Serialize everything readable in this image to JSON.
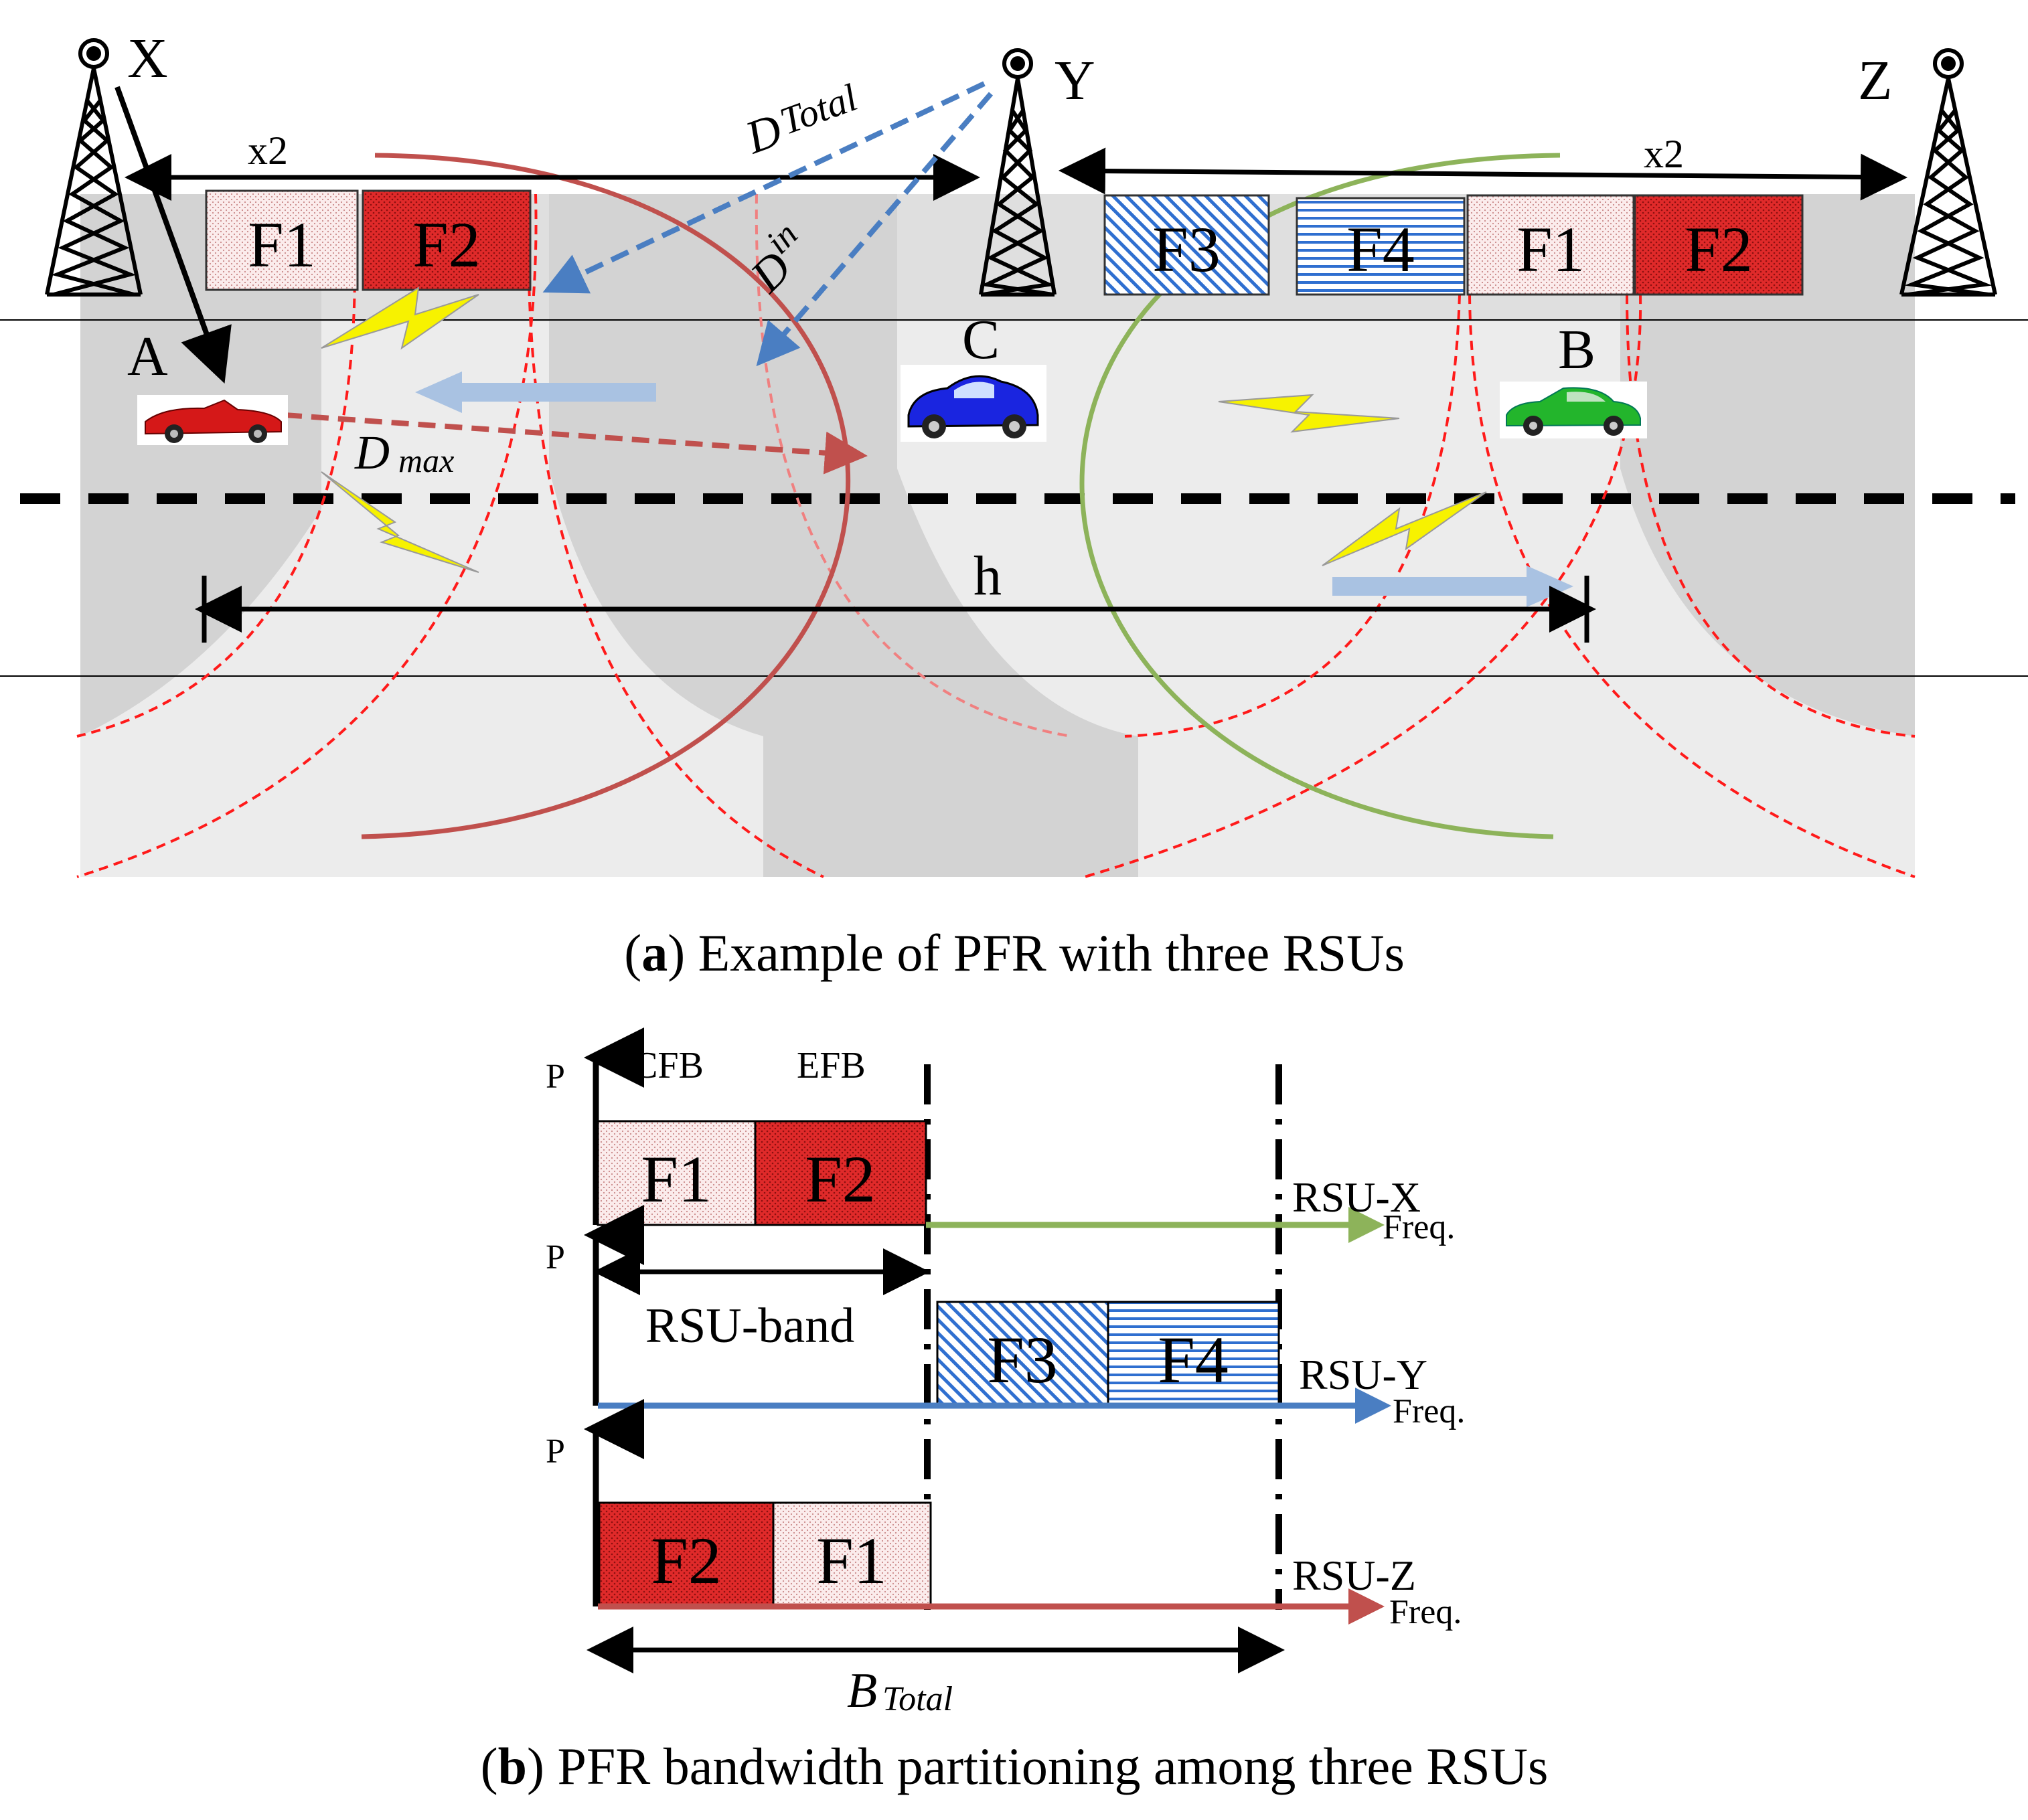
{
  "panel_a": {
    "rsu_labels": {
      "x": "X",
      "y": "Y",
      "z": "Z"
    },
    "distance_label_left": "x2",
    "distance_label_right": "x2",
    "d_total_main": "D",
    "d_total_sub": "Total",
    "d_in_main": "D",
    "d_in_sup": "in",
    "d_max_main": "D",
    "d_max_sub": "max",
    "h_label": "h",
    "vehicle_labels": {
      "a": "A",
      "b": "B",
      "c": "C"
    },
    "band_labels": {
      "f1": "F1",
      "f2": "F2",
      "f3": "F3",
      "f4": "F4"
    },
    "caption_letter": "a",
    "caption_text": ") Example of PFR with three RSUs",
    "caption_open": "("
  },
  "panel_b": {
    "p_label": "P",
    "cfb_label": "CFB",
    "efb_label": "EFB",
    "band_labels": {
      "f1": "F1",
      "f2": "F2",
      "f3": "F3",
      "f4": "F4"
    },
    "rsu_x": "RSU-X",
    "rsu_y": "RSU-Y",
    "rsu_z": "RSU-Z",
    "freq_label": "Freq.",
    "rsu_band_label": "RSU-band",
    "b_total_main": "B",
    "b_total_sub": "Total",
    "caption_open": "(",
    "caption_letter": "b",
    "caption_text": ") PFR bandwidth partitioning among three RSUs"
  },
  "colors": {
    "red_band": "#dd2b2b",
    "pink_band": "#f9e3e3",
    "blue_band": "#2f6fd0",
    "green_curve": "#8db35a",
    "red_curve": "#c0504d",
    "blue_arrow": "#4a7ec2",
    "dash_red": "#ff1010",
    "road_light": "#ebebeb",
    "road_dark": "#d6d6d6",
    "bolt_yellow": "#f7f200"
  }
}
